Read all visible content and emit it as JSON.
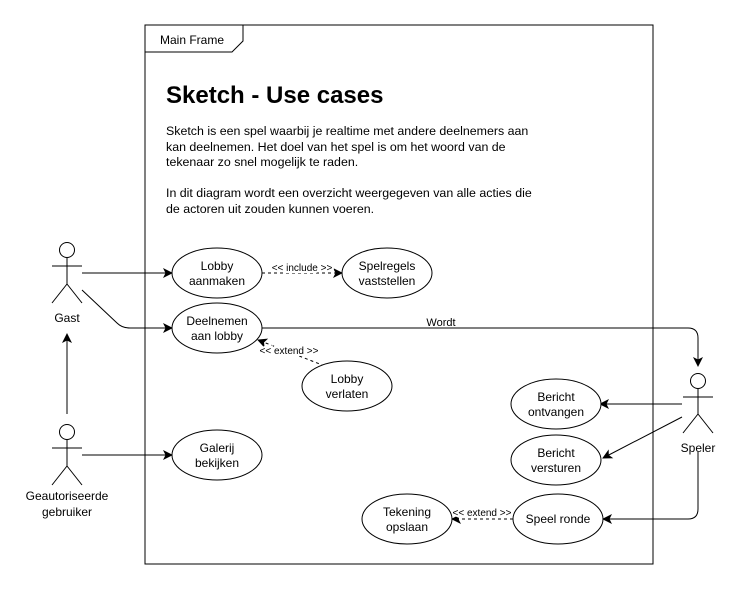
{
  "frame": {
    "label": "Main Frame"
  },
  "title": "Sketch - Use cases",
  "description": [
    "Sketch is een spel waarbij je realtime met andere deelnemers aan kan deelnemen. Het doel van het spel is om het woord van de tekenaar zo snel mogelijk te raden.",
    "In dit diagram wordt een overzicht weergegeven van alle acties die de actoren uit zouden kunnen voeren."
  ],
  "actors": {
    "gast": "Gast",
    "geautoriseerde": [
      "Geautoriseerde",
      "gebruiker"
    ],
    "speler": "Speler"
  },
  "use_cases": {
    "lobby_aanmaken": [
      "Lobby",
      "aanmaken"
    ],
    "spelregels": [
      "Spelregels",
      "vaststellen"
    ],
    "deelnemen": [
      "Deelnemen",
      "aan lobby"
    ],
    "lobby_verlaten": [
      "Lobby",
      "verlaten"
    ],
    "galerij": [
      "Galerij",
      "bekijken"
    ],
    "bericht_ontvangen": [
      "Bericht",
      "ontvangen"
    ],
    "bericht_versturen": [
      "Bericht",
      "versturen"
    ],
    "tekening": [
      "Tekening",
      "opslaan"
    ],
    "speel_ronde": "Speel ronde"
  },
  "relations": {
    "include": "<< include >>",
    "extend_lobby": "<< extend >>",
    "extend_tekening": "<< extend >>",
    "wordt": "Wordt"
  }
}
